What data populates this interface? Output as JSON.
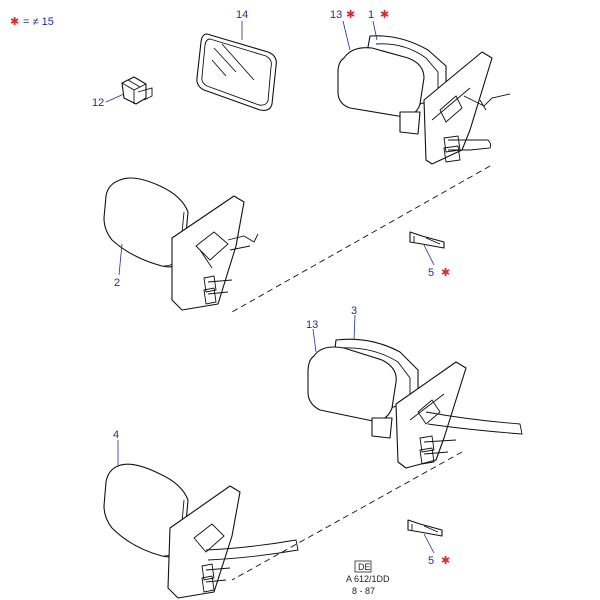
{
  "legend": {
    "star": "✱",
    "text": "= ≠ 15"
  },
  "callouts": {
    "c14": "14",
    "c13a": "13",
    "c1": "1",
    "c12": "12",
    "c2": "2",
    "c5a": "5",
    "c13b": "13",
    "c3": "3",
    "c4": "4",
    "c5b": "5"
  },
  "star_marks": [
    "c13a",
    "c1",
    "c5a",
    "c5b"
  ],
  "drawing_code": {
    "badge": "DE",
    "ref": "A 612/1DD",
    "date": "8 - 87"
  },
  "colors": {
    "callout": "#1c2f9a",
    "star": "#e0242a",
    "line": "#111111"
  }
}
